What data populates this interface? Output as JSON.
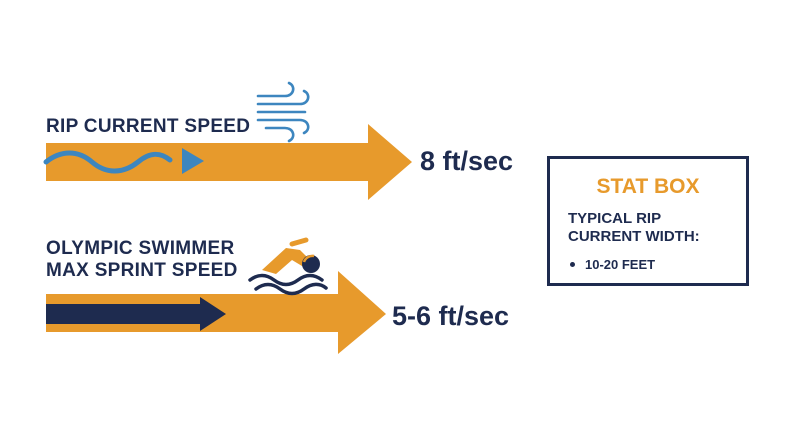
{
  "rows": [
    {
      "label": "RIP CURRENT SPEED",
      "speed": "8 ft/sec",
      "icon": "wind-icon"
    },
    {
      "label_lines": [
        "OLYMPIC SWIMMER",
        "MAX SPRINT SPEED"
      ],
      "speed": "5-6 ft/sec",
      "icon": "swimmer-icon"
    }
  ],
  "stat_box": {
    "title": "STAT BOX",
    "heading_lines": [
      "TYPICAL RIP",
      "CURRENT WIDTH:"
    ],
    "items": [
      "10-20 FEET"
    ]
  },
  "colors": {
    "arrow_orange": "#e79a2c",
    "navy": "#1e2b4f",
    "wave_blue": "#3d86bf",
    "background": "#ffffff"
  }
}
